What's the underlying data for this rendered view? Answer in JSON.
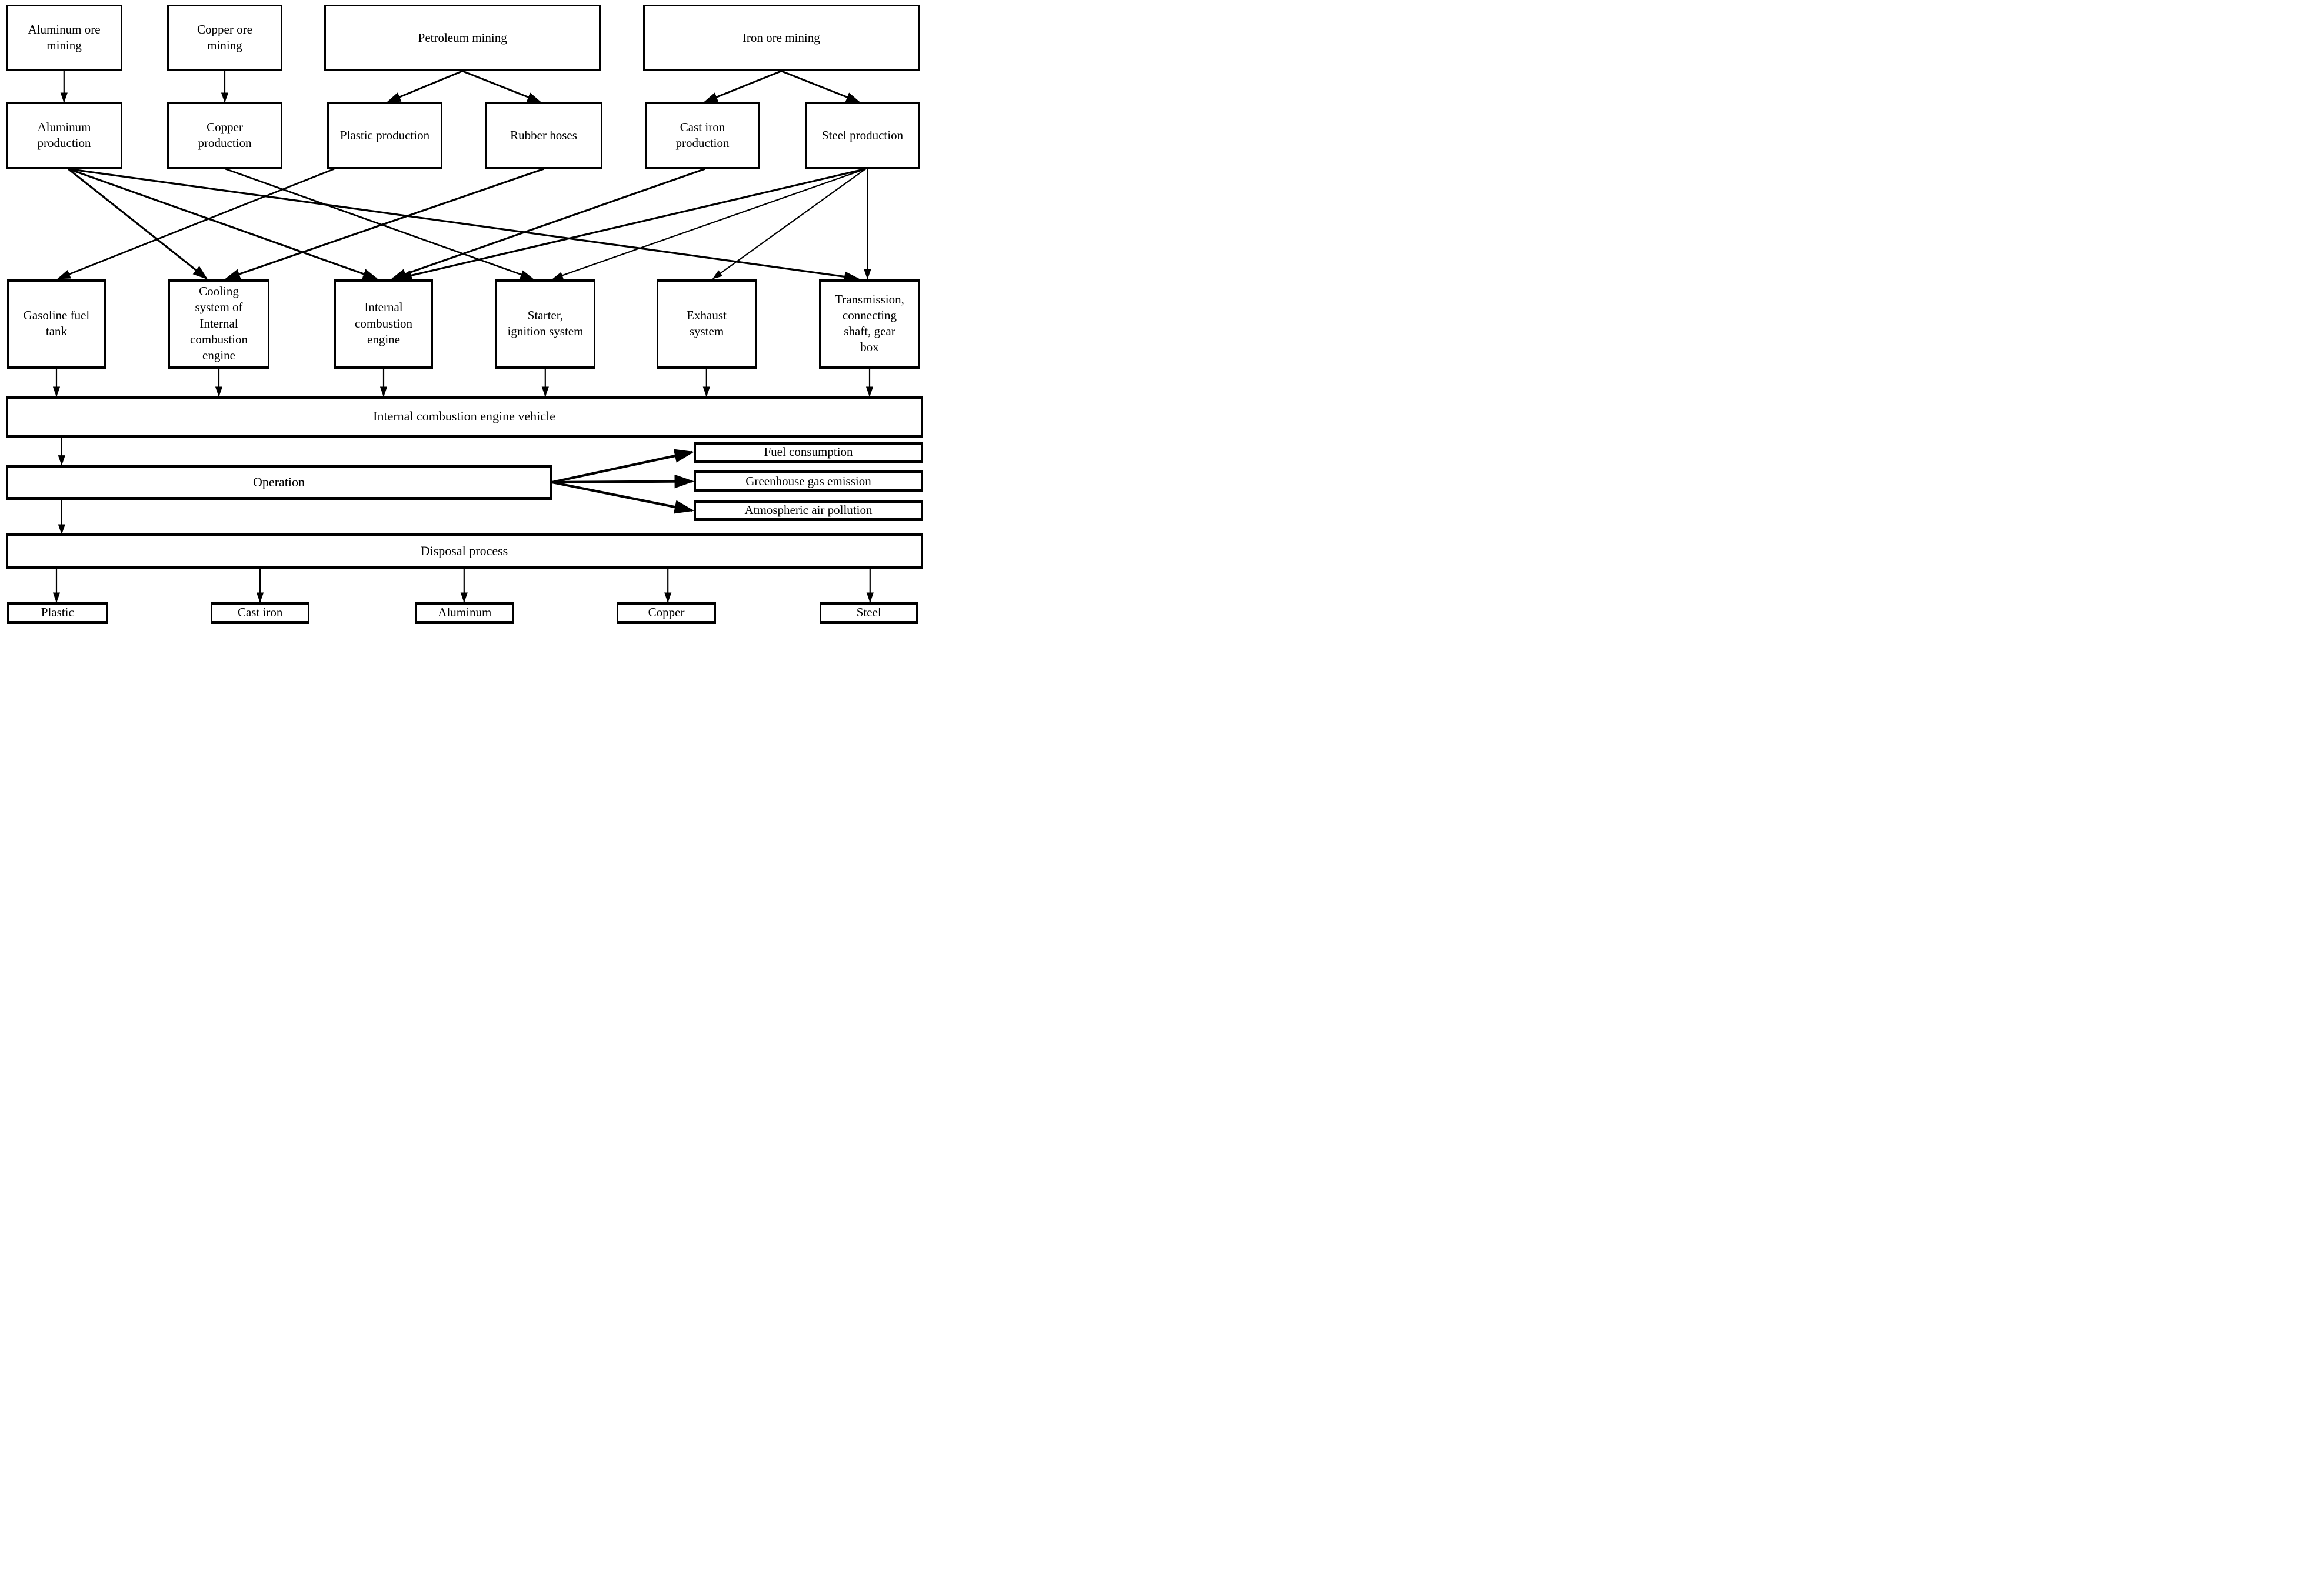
{
  "diagram": {
    "nodes": [
      {
        "id": "al-ore-mining",
        "label": "Aluminum ore\nmining"
      },
      {
        "id": "cu-ore-mining",
        "label": "Copper ore\nmining"
      },
      {
        "id": "petroleum-mining",
        "label": "Petroleum mining"
      },
      {
        "id": "iron-ore-mining",
        "label": "Iron ore mining"
      },
      {
        "id": "al-production",
        "label": "Aluminum\nproduction"
      },
      {
        "id": "cu-production",
        "label": "Copper\nproduction"
      },
      {
        "id": "plastic-production",
        "label": "Plastic production"
      },
      {
        "id": "rubber-hoses",
        "label": "Rubber hoses"
      },
      {
        "id": "cast-iron-production",
        "label": "Cast iron\nproduction"
      },
      {
        "id": "steel-production",
        "label": "Steel production"
      },
      {
        "id": "fuel-tank",
        "label": "Gasoline fuel\ntank"
      },
      {
        "id": "cooling-system",
        "label": "Cooling\nsystem of\nInternal\ncombustion\nengine"
      },
      {
        "id": "ice",
        "label": "Internal\ncombustion\nengine"
      },
      {
        "id": "starter",
        "label": "Starter,\nignition system"
      },
      {
        "id": "exhaust",
        "label": "Exhaust\nsystem"
      },
      {
        "id": "transmission",
        "label": "Transmission,\nconnecting\nshaft, gear\nbox"
      },
      {
        "id": "vehicle",
        "label": "Internal combustion engine vehicle"
      },
      {
        "id": "operation",
        "label": "Operation"
      },
      {
        "id": "fuel-consumption",
        "label": "Fuel consumption"
      },
      {
        "id": "greenhouse",
        "label": "Greenhouse gas emission"
      },
      {
        "id": "air-pollution",
        "label": "Atmospheric air pollution"
      },
      {
        "id": "disposal",
        "label": "Disposal process"
      },
      {
        "id": "plastic-out",
        "label": "Plastic"
      },
      {
        "id": "cast-iron-out",
        "label": "Cast iron"
      },
      {
        "id": "aluminum-out",
        "label": "Aluminum"
      },
      {
        "id": "copper-out",
        "label": "Copper"
      },
      {
        "id": "steel-out",
        "label": "Steel"
      }
    ],
    "edges": [
      {
        "from": "al-ore-mining",
        "to": "al-production"
      },
      {
        "from": "cu-ore-mining",
        "to": "cu-production"
      },
      {
        "from": "petroleum-mining",
        "to": "plastic-production"
      },
      {
        "from": "petroleum-mining",
        "to": "rubber-hoses"
      },
      {
        "from": "iron-ore-mining",
        "to": "cast-iron-production"
      },
      {
        "from": "iron-ore-mining",
        "to": "steel-production"
      },
      {
        "from": "al-production",
        "to": "cooling-system"
      },
      {
        "from": "al-production",
        "to": "ice"
      },
      {
        "from": "al-production",
        "to": "transmission"
      },
      {
        "from": "cu-production",
        "to": "starter"
      },
      {
        "from": "plastic-production",
        "to": "fuel-tank"
      },
      {
        "from": "rubber-hoses",
        "to": "cooling-system"
      },
      {
        "from": "cast-iron-production",
        "to": "ice"
      },
      {
        "from": "steel-production",
        "to": "ice"
      },
      {
        "from": "steel-production",
        "to": "starter"
      },
      {
        "from": "steel-production",
        "to": "exhaust"
      },
      {
        "from": "steel-production",
        "to": "transmission"
      },
      {
        "from": "fuel-tank",
        "to": "vehicle"
      },
      {
        "from": "cooling-system",
        "to": "vehicle"
      },
      {
        "from": "ice",
        "to": "vehicle"
      },
      {
        "from": "starter",
        "to": "vehicle"
      },
      {
        "from": "exhaust",
        "to": "vehicle"
      },
      {
        "from": "transmission",
        "to": "vehicle"
      },
      {
        "from": "vehicle",
        "to": "operation"
      },
      {
        "from": "operation",
        "to": "fuel-consumption"
      },
      {
        "from": "operation",
        "to": "greenhouse"
      },
      {
        "from": "operation",
        "to": "air-pollution"
      },
      {
        "from": "operation",
        "to": "disposal"
      },
      {
        "from": "disposal",
        "to": "plastic-out"
      },
      {
        "from": "disposal",
        "to": "cast-iron-out"
      },
      {
        "from": "disposal",
        "to": "aluminum-out"
      },
      {
        "from": "disposal",
        "to": "copper-out"
      },
      {
        "from": "disposal",
        "to": "steel-out"
      }
    ],
    "colors": {
      "ink": "#000000",
      "paper": "#ffffff"
    }
  }
}
